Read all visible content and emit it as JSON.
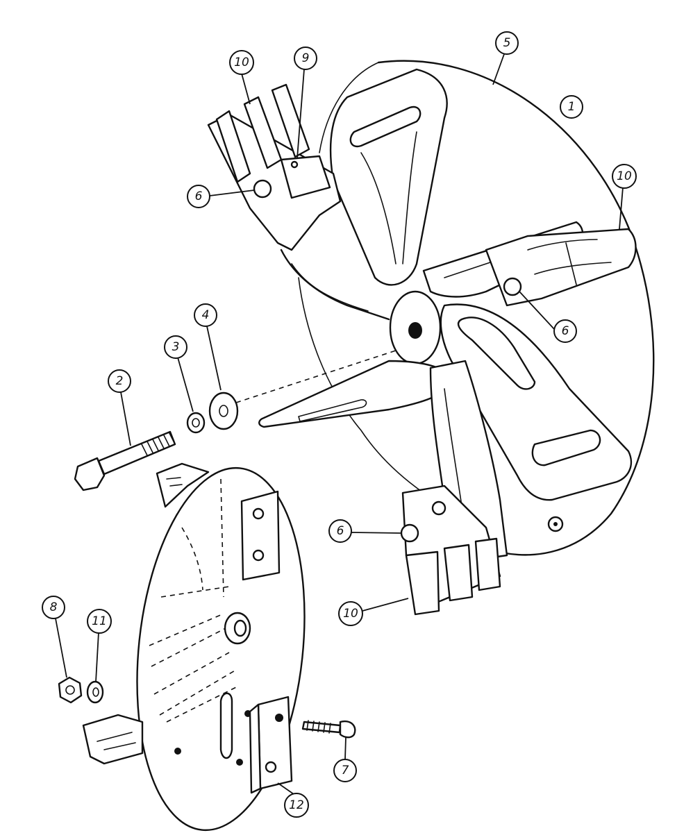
{
  "callouts": {
    "c1": "1",
    "c2": "2",
    "c3": "3",
    "c4": "4",
    "c5": "5",
    "c6a": "6",
    "c6b": "6",
    "c6c": "6",
    "c7": "7",
    "c8": "8",
    "c9": "9",
    "c10a": "10",
    "c10b": "10",
    "c10c": "10",
    "c11": "11",
    "c12": "12"
  }
}
